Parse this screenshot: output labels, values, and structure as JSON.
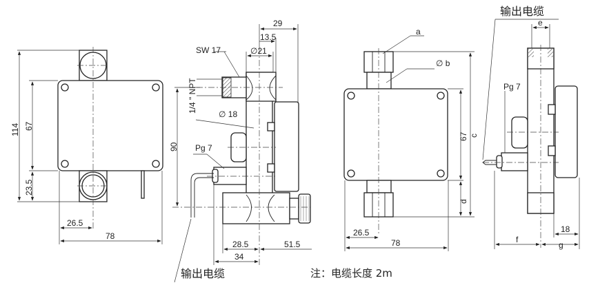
{
  "views": {
    "front": {
      "dims": {
        "height_total": "114",
        "box_height": "67",
        "bottom": "23.5",
        "offset": "26.5",
        "width": "78"
      }
    },
    "side": {
      "labels": {
        "wrench": "SW 17",
        "thread": "1/4 \" NPT",
        "tube_dia": "∅ 18",
        "gland": "Pg 7",
        "cable": "输出电缆"
      },
      "dims": {
        "d29": "29",
        "d13_5": "13.5",
        "d21": "∅21",
        "d90": "90",
        "d28_5": "28.5",
        "d51_5": "51.5",
        "d34": "34"
      }
    },
    "variant_front": {
      "labels": {
        "a": "a",
        "b": "∅ b"
      },
      "dims": {
        "c": "c",
        "box_height": "67",
        "d": "d",
        "offset": "26.5",
        "width": "78"
      }
    },
    "variant_side": {
      "labels": {
        "cable": "输出电缆",
        "gland": "Pg 7"
      },
      "dims": {
        "e": "e",
        "d18": "18",
        "f": "f",
        "g": "g"
      }
    }
  },
  "note": "注：电缆长度 2m"
}
